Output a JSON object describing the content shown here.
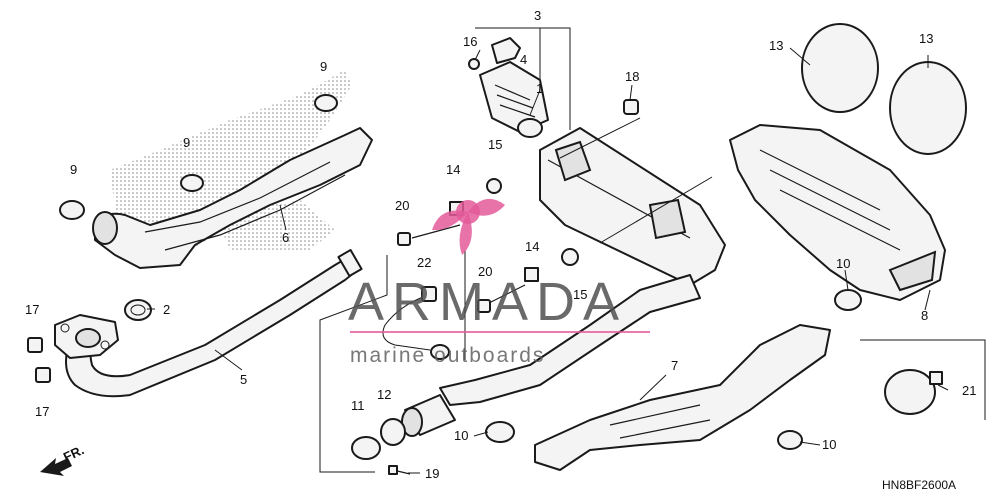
{
  "diagram": {
    "code": "HN8BF2600A",
    "direction_label": "FR.",
    "watermark": {
      "brand": "ARMADA",
      "tagline": "marine outboards",
      "accent_color": "#e35a9a"
    },
    "callouts": [
      "1",
      "2",
      "3",
      "4",
      "5",
      "6",
      "7",
      "8",
      "9",
      "10",
      "11",
      "12",
      "13",
      "14",
      "15",
      "16",
      "17",
      "18",
      "19",
      "20",
      "21",
      "22"
    ]
  }
}
